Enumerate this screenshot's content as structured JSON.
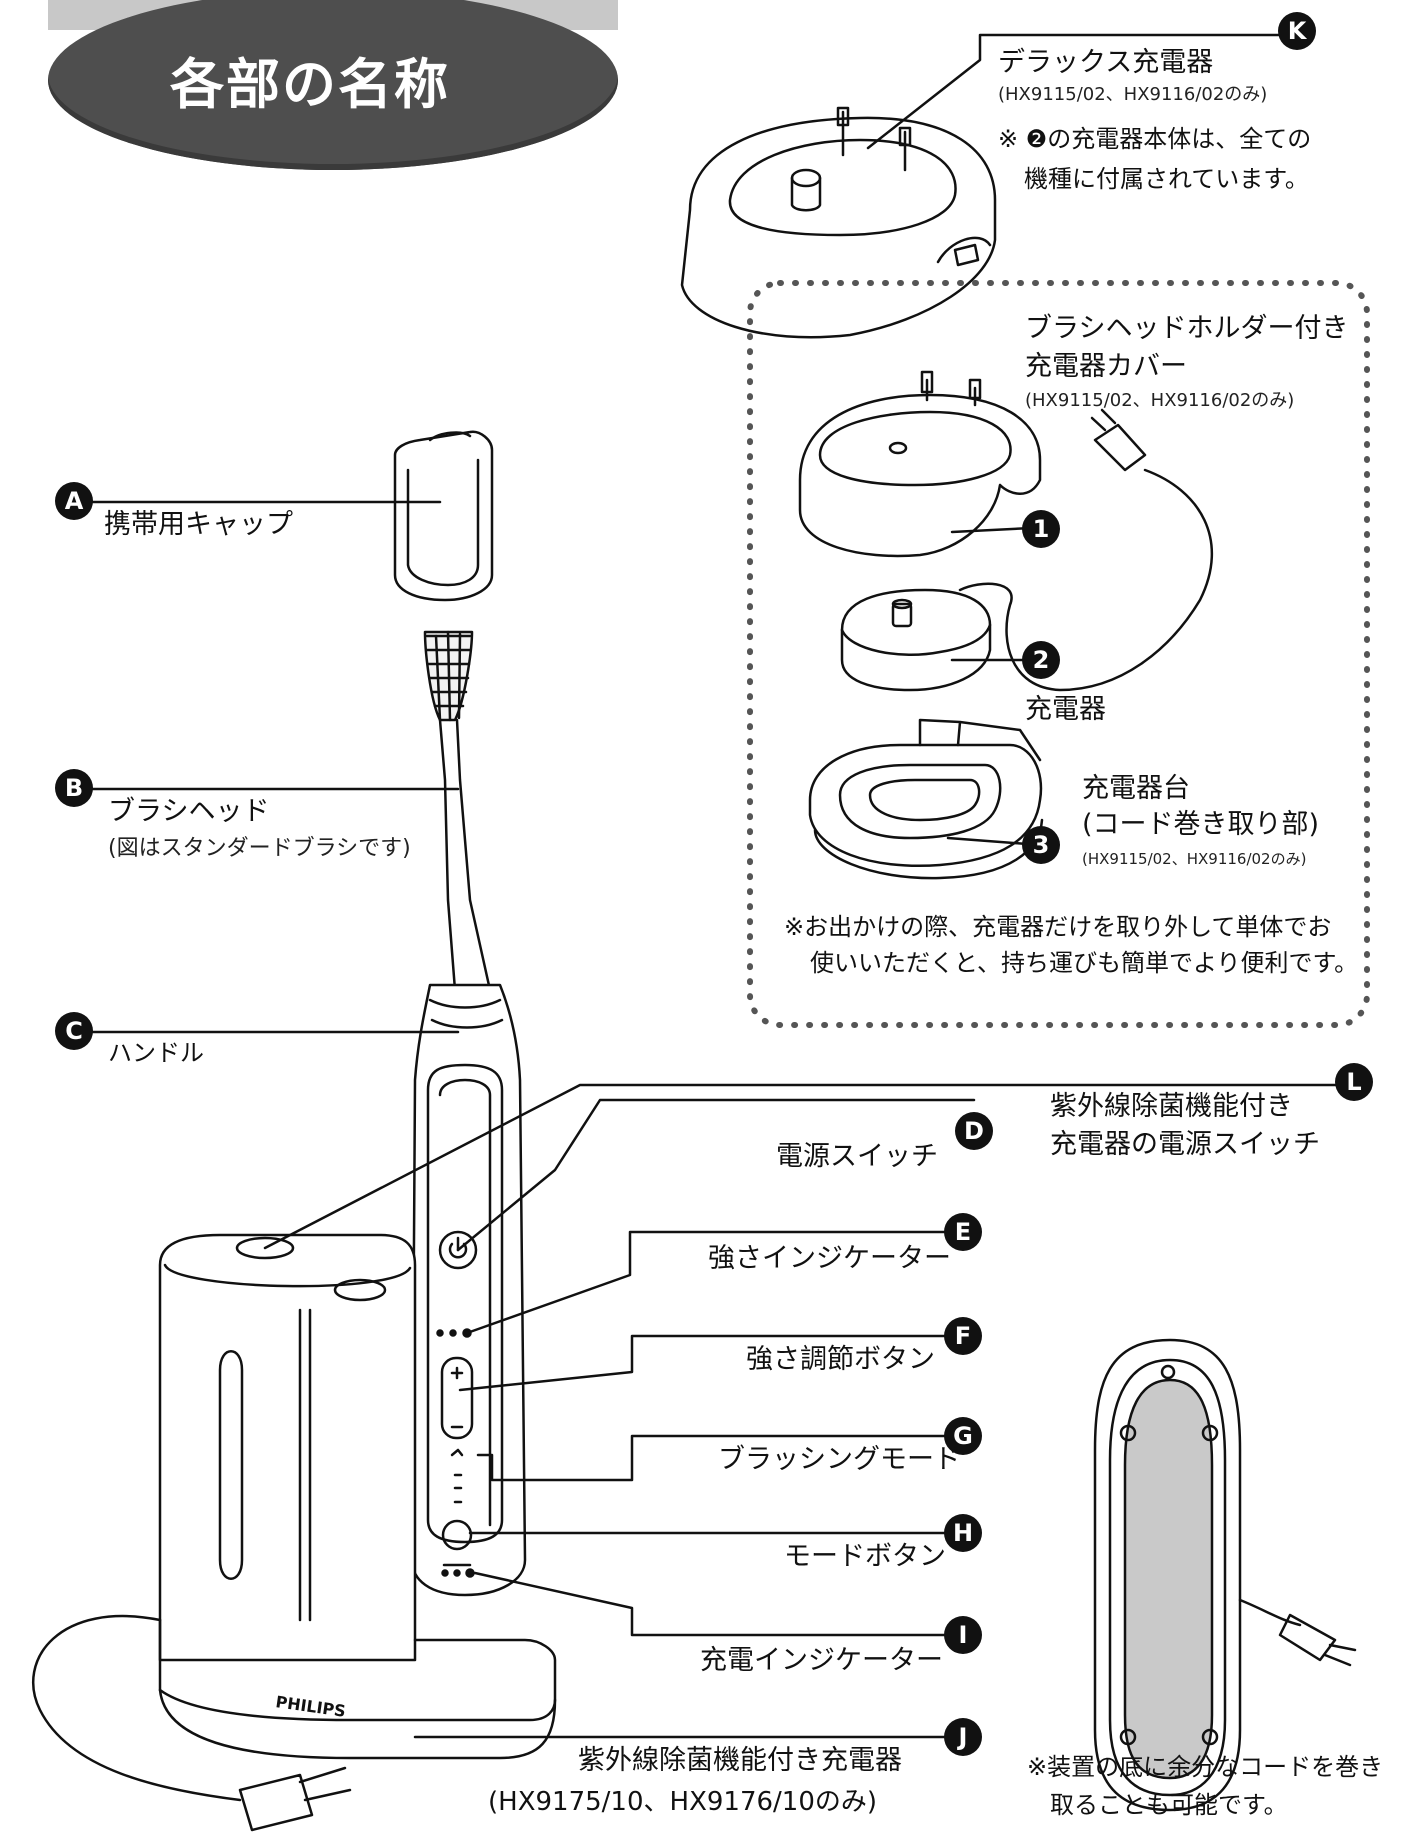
{
  "title": "各部の名称",
  "parts": {
    "A": {
      "badge": "A",
      "label": "携帯用キャップ"
    },
    "B": {
      "badge": "B",
      "label": "ブラシヘッド",
      "note": "(図はスタンダードブラシです)"
    },
    "C": {
      "badge": "C",
      "label": "ハンドル"
    },
    "D": {
      "badge": "D",
      "label": "電源スイッチ"
    },
    "E": {
      "badge": "E",
      "label": "強さインジケーター"
    },
    "F": {
      "badge": "F",
      "label": "強さ調節ボタン"
    },
    "G": {
      "badge": "G",
      "label": "ブラッシングモード"
    },
    "H": {
      "badge": "H",
      "label": "モードボタン"
    },
    "I": {
      "badge": "I",
      "label": "充電インジケーター"
    },
    "J": {
      "badge": "J",
      "label": "紫外線除菌機能付き充電器",
      "note": "(HX9175/10、HX9176/10のみ)"
    },
    "K": {
      "badge": "K",
      "label": "デラックス充電器",
      "note": "(HX9115/02、HX9116/02のみ)",
      "note2_line1": "※ ❷の充電器本体は、全ての",
      "note2_line2": "機種に付属されています。"
    },
    "L": {
      "badge": "L",
      "label_line1": "紫外線除菌機能付き",
      "label_line2": "充電器の電源スイッチ"
    }
  },
  "inset": {
    "title_line1": "ブラシヘッドホルダー付き",
    "title_line2": "充電器カバー",
    "title_note": "(HX9115/02、HX9116/02のみ)",
    "item1": {
      "badge": "1"
    },
    "item2": {
      "badge": "2",
      "label": "充電器"
    },
    "item3": {
      "badge": "3",
      "label_line1": "充電器台",
      "label_line2": "(コード巻き取り部)",
      "note": "(HX9115/02、HX9116/02のみ)"
    },
    "footnote_line1": "※お出かけの際、充電器だけを取り外して単体でお",
    "footnote_line2": "使いいただくと、持ち運びも簡単でより便利です。"
  },
  "bottom_note_line1": "※装置の底に余分なコードを巻き",
  "bottom_note_line2": "取ることも可能です。",
  "brand": "PHILIPS"
}
